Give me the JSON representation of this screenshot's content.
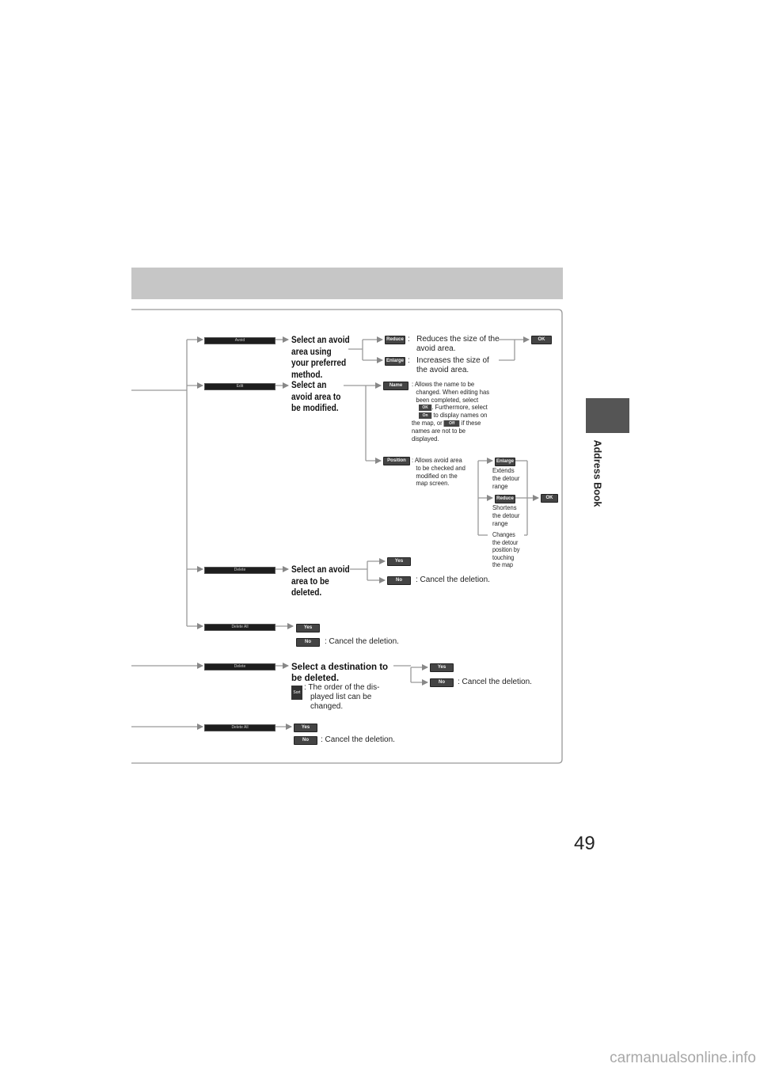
{
  "page": {
    "number": "49",
    "section_tab": "Address Book",
    "watermark": "carmanualsonline.info"
  },
  "rows": {
    "row1": {
      "bar_label": "Avoid",
      "heading": "Select an avoid area using your preferred method.",
      "heading_lines": [
        "Select an avoid",
        "area using",
        "your preferred",
        "method."
      ],
      "options": [
        {
          "button": "Reduce",
          "sep": ":",
          "lines": [
            "Reduces the size of the",
            "avoid area."
          ]
        },
        {
          "button": "Enlarge",
          "sep": ":",
          "lines": [
            "Increases the size of",
            "the avoid area."
          ]
        }
      ],
      "confirm_button": "OK"
    },
    "row2": {
      "bar_label": "Edit",
      "heading_lines": [
        "Select an",
        "avoid area to",
        "be modified."
      ],
      "name_option": {
        "button": "Name",
        "line1_prefix": ": Allows the name to be",
        "line2": "changed. When editing has",
        "line3": "been completed, select",
        "ok_button": "OK",
        "line4": ". Furthermore, select",
        "on_button": "On",
        "line5": "to display names on",
        "line6_prefix": "the map, or",
        "off_button": "Off",
        "line6_suffix": "if these",
        "line7": "names are not to be",
        "line8": "displayed."
      },
      "position_option": {
        "button": "Position",
        "lines": [
          ": Allows avoid area",
          "to be checked and",
          "modified on the",
          "map screen."
        ],
        "enlarge_button": "Enlarge",
        "enlarge_lines": [
          "Extends",
          "the detour",
          "range"
        ],
        "reduce_button": "Reduce",
        "reduce_lines": [
          "Shortens",
          "the detour",
          "range"
        ],
        "touch_lines": [
          "Changes",
          "the detour",
          "position by",
          "touching",
          "the map"
        ],
        "ok_button": "OK"
      }
    },
    "row3": {
      "bar_label": "Delete",
      "heading_lines": [
        "Select an avoid",
        "area to be",
        "deleted."
      ],
      "yes_button": "Yes",
      "no_button": "No",
      "no_desc": ":  Cancel the deletion."
    },
    "row4": {
      "bar_label": "Delete All",
      "yes_button": "Yes",
      "no_button": "No",
      "no_desc": ":  Cancel the deletion."
    },
    "row5": {
      "bar_label": "Delete",
      "heading_lines": [
        "Select a destination to",
        "be deleted."
      ],
      "sort_icon": "Sort",
      "sort_lines": [
        ": The order of the dis-",
        "played list can be",
        "changed."
      ],
      "yes_button": "Yes",
      "no_button": "No",
      "no_desc": ": Cancel the deletion."
    },
    "row6": {
      "bar_label": "Delete All",
      "yes_button": "Yes",
      "no_button": "No",
      "no_desc": ":   Cancel the deletion."
    }
  }
}
